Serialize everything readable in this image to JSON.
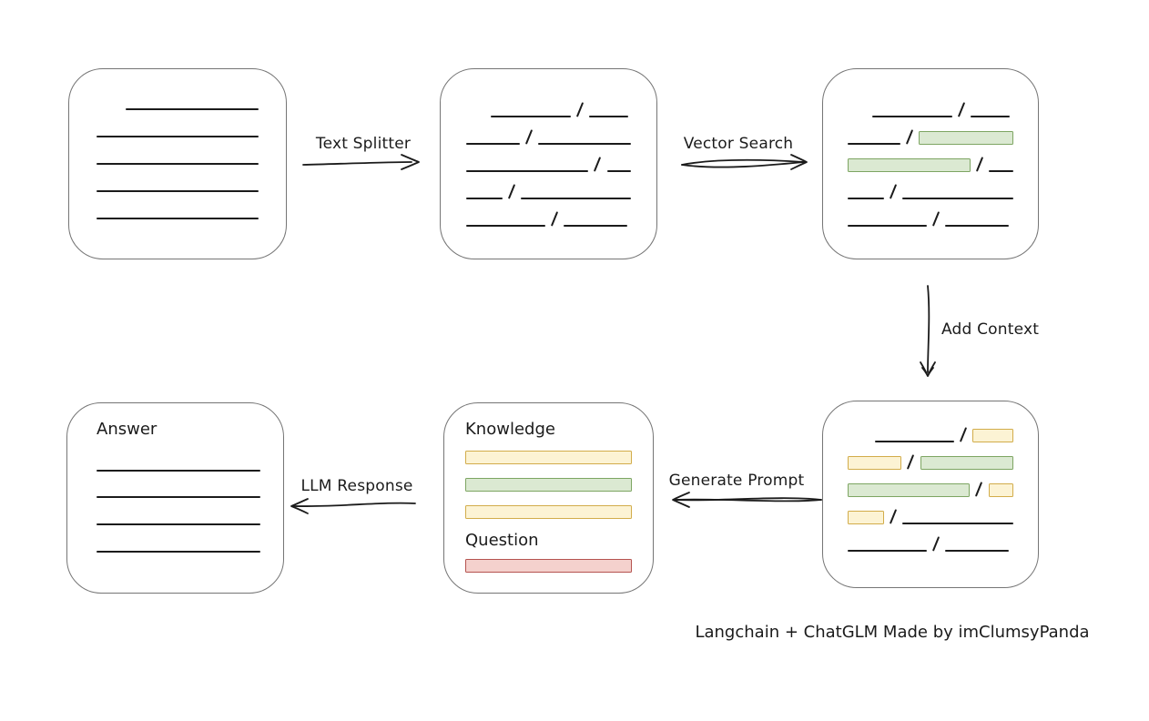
{
  "caption": {
    "text": "Langchain + ChatGLM Made by imClumsyPanda"
  },
  "edges": {
    "text_splitter": {
      "label": "Text Splitter",
      "direction": "right"
    },
    "vector_search": {
      "label": "Vector Search",
      "direction": "right"
    },
    "add_context": {
      "label": "Add Context",
      "direction": "down"
    },
    "generate_prompt": {
      "label": "Generate Prompt",
      "direction": "left"
    },
    "llm_response": {
      "label": "LLM Response",
      "direction": "left"
    }
  },
  "nodes": {
    "document": {
      "id": "document"
    },
    "split_text": {
      "id": "split-text"
    },
    "matched_chunks": {
      "id": "matched-chunks",
      "highlight": "green"
    },
    "context_chunks": {
      "id": "context-chunks",
      "highlights": [
        "yellow",
        "green"
      ]
    },
    "prompt": {
      "id": "prompt",
      "knowledge_label": "Knowledge",
      "question_label": "Question"
    },
    "answer": {
      "id": "answer",
      "label": "Answer"
    }
  },
  "colors": {
    "green_fill": "#dbe9d2",
    "green_border": "#7da562",
    "yellow_fill": "#fcf3d4",
    "yellow_border": "#d2ac4a",
    "red_fill": "#f4d1cd",
    "red_border": "#b5534f",
    "box_border": "#757575",
    "ink": "#1b1b1b",
    "bg": "#ffffff"
  }
}
